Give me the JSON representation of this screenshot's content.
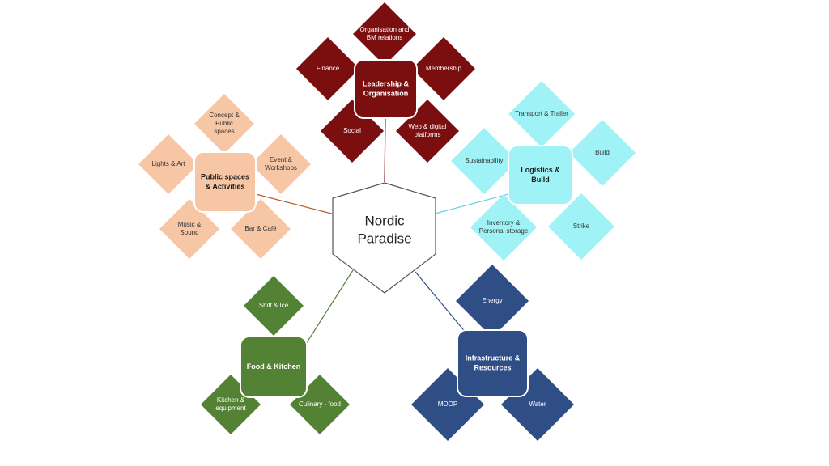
{
  "center": {
    "lines": [
      "Nordic",
      "Paradise"
    ]
  },
  "clusters": [
    {
      "id": "leadership",
      "hub": {
        "lines": [
          "Leadership &",
          "Organisation"
        ]
      },
      "fill": "#7b0e0e",
      "hub_text": "#ffffff",
      "sat_text": "#ffffff",
      "line_color": "#7b0e0e",
      "satellites": [
        {
          "lines": [
            "Organisation and",
            "BM relations"
          ]
        },
        {
          "lines": [
            "Finance"
          ]
        },
        {
          "lines": [
            "Membership"
          ]
        },
        {
          "lines": [
            "Social"
          ]
        },
        {
          "lines": [
            "Web & digital",
            "platforms"
          ]
        }
      ]
    },
    {
      "id": "public-spaces",
      "hub": {
        "lines": [
          "Public spaces",
          "& Activities"
        ]
      },
      "fill": "#f7c6a5",
      "hub_text": "#1a1a1a",
      "sat_text": "#333333",
      "line_color": "#b65c2a",
      "satellites": [
        {
          "lines": [
            "Concept &",
            "Public",
            "spaces"
          ]
        },
        {
          "lines": [
            "Lights & Art"
          ]
        },
        {
          "lines": [
            "Event &",
            "Workshops"
          ]
        },
        {
          "lines": [
            "Music &",
            "Sound"
          ]
        },
        {
          "lines": [
            "Bar & Café"
          ]
        }
      ]
    },
    {
      "id": "logistics",
      "hub": {
        "lines": [
          "Logistics &",
          "Build"
        ]
      },
      "fill": "#9ff2f6",
      "hub_text": "#1a1a1a",
      "sat_text": "#333333",
      "line_color": "#5fd5df",
      "satellites": [
        {
          "lines": [
            "Transport & Trailer"
          ]
        },
        {
          "lines": [
            "Sustainability"
          ]
        },
        {
          "lines": [
            "Build"
          ]
        },
        {
          "lines": [
            "Inventory &",
            "Personal storage"
          ]
        },
        {
          "lines": [
            "Strike"
          ]
        }
      ]
    },
    {
      "id": "food",
      "hub": {
        "lines": [
          "Food & Kitchen"
        ]
      },
      "fill": "#548235",
      "hub_text": "#ffffff",
      "sat_text": "#ffffff",
      "line_color": "#548235",
      "satellites": [
        {
          "lines": [
            "Shift & Ice"
          ]
        },
        {
          "lines": [
            "Kitchen &",
            "equipment"
          ]
        },
        {
          "lines": [
            "Culinary - food"
          ]
        }
      ]
    },
    {
      "id": "infrastructure",
      "hub": {
        "lines": [
          "Infrastructure &",
          "Resources"
        ]
      },
      "fill": "#2f4e86",
      "hub_text": "#ffffff",
      "sat_text": "#ffffff",
      "line_color": "#2f4e86",
      "satellites": [
        {
          "lines": [
            "Energy"
          ]
        },
        {
          "lines": [
            "MOOP"
          ]
        },
        {
          "lines": [
            "Water"
          ]
        }
      ]
    }
  ]
}
